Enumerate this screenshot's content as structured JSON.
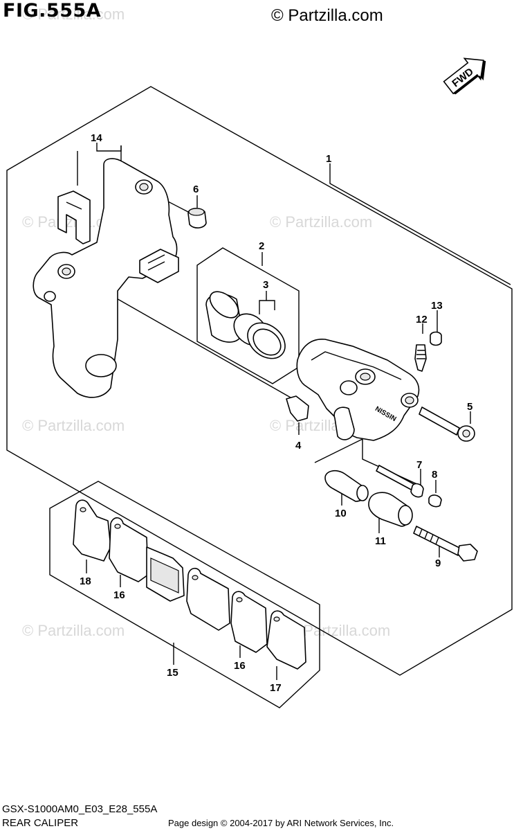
{
  "header": {
    "figure_id": "FIG.555A",
    "copyright": "© Partzilla.com"
  },
  "watermark": "© Partzilla.com",
  "fwd_badge": "FWD",
  "caliper_logo": "NISSIN",
  "callouts": {
    "c1": "1",
    "c2": "2",
    "c3": "3",
    "c4": "4",
    "c5": "5",
    "c6": "6",
    "c7": "7",
    "c8": "8",
    "c9": "9",
    "c10": "10",
    "c11": "11",
    "c12": "12",
    "c13": "13",
    "c14": "14",
    "c15": "15",
    "c16a": "16",
    "c16b": "16",
    "c17": "17",
    "c18": "18"
  },
  "footer": {
    "model_code": "GSX-S1000AM0_E03_E28_555A",
    "caption": "REAR CALIPER",
    "page_design": "Page design © 2004-2017 by ARI Network Services, Inc."
  }
}
